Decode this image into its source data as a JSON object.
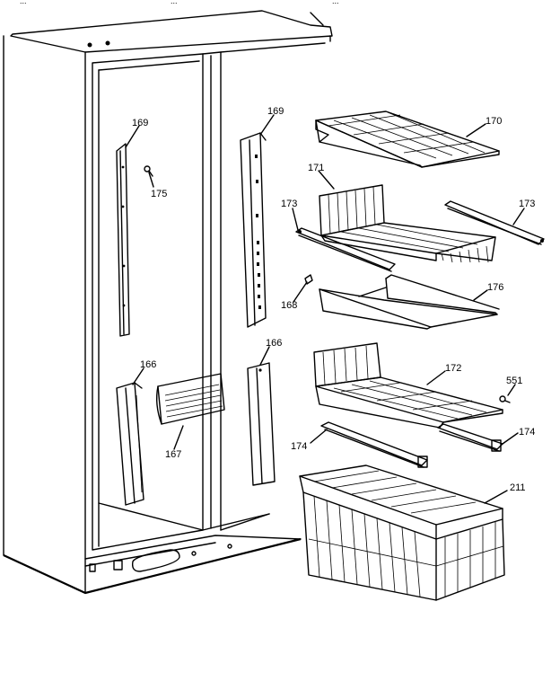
{
  "header_fragments": [
    "...",
    "...",
    "..."
  ],
  "parts": [
    {
      "id": "p169a",
      "number": "169"
    },
    {
      "id": "p169b",
      "number": "169"
    },
    {
      "id": "p175",
      "number": "175"
    },
    {
      "id": "p170",
      "number": "170"
    },
    {
      "id": "p171",
      "number": "171"
    },
    {
      "id": "p173a",
      "number": "173"
    },
    {
      "id": "p173b",
      "number": "173"
    },
    {
      "id": "p168",
      "number": "168"
    },
    {
      "id": "p176",
      "number": "176"
    },
    {
      "id": "p166a",
      "number": "166"
    },
    {
      "id": "p166b",
      "number": "166"
    },
    {
      "id": "p167",
      "number": "167"
    },
    {
      "id": "p172",
      "number": "172"
    },
    {
      "id": "p551",
      "number": "551"
    },
    {
      "id": "p174a",
      "number": "174"
    },
    {
      "id": "p174b",
      "number": "174"
    },
    {
      "id": "p211",
      "number": "211"
    }
  ]
}
